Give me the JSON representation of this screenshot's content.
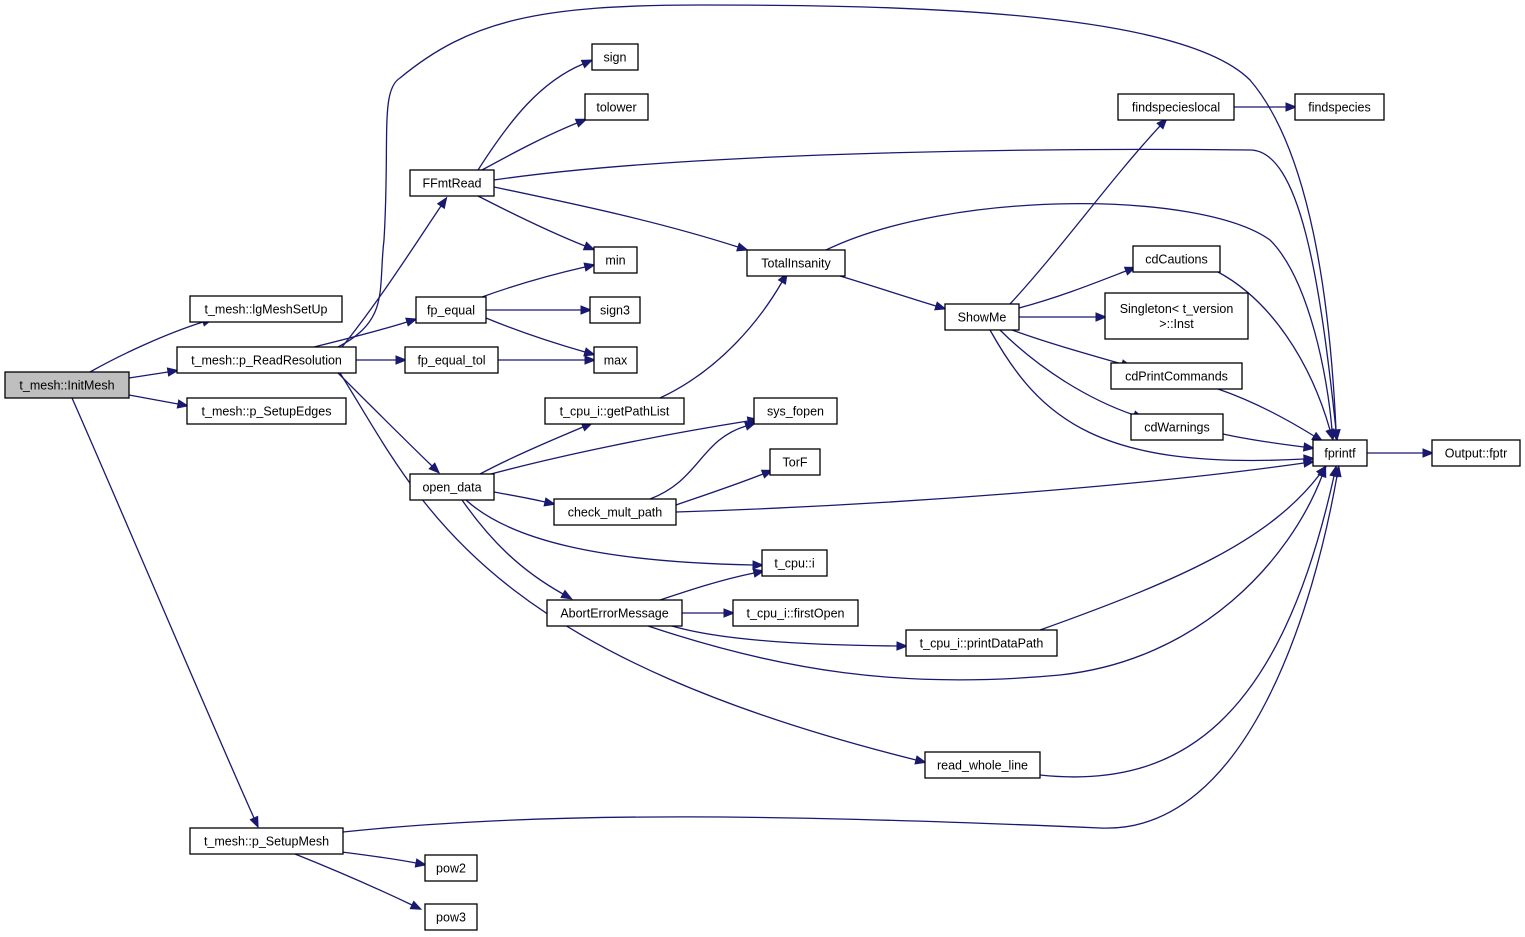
{
  "diagram": {
    "nodes": [
      {
        "id": "initmesh",
        "label": [
          "t_mesh::InitMesh"
        ],
        "root": true
      },
      {
        "id": "lgmeshsetup",
        "label": [
          "t_mesh::lgMeshSetUp"
        ]
      },
      {
        "id": "preadres",
        "label": [
          "t_mesh::p_ReadResolution"
        ]
      },
      {
        "id": "psetupedges",
        "label": [
          "t_mesh::p_SetupEdges"
        ]
      },
      {
        "id": "psetupmesh",
        "label": [
          "t_mesh::p_SetupMesh"
        ]
      },
      {
        "id": "ffmtread",
        "label": [
          "FFmtRead"
        ]
      },
      {
        "id": "sign",
        "label": [
          "sign"
        ]
      },
      {
        "id": "tolower",
        "label": [
          "tolower"
        ]
      },
      {
        "id": "min",
        "label": [
          "min"
        ]
      },
      {
        "id": "fpequal",
        "label": [
          "fp_equal"
        ]
      },
      {
        "id": "sign3",
        "label": [
          "sign3"
        ]
      },
      {
        "id": "fpequaltol",
        "label": [
          "fp_equal_tol"
        ]
      },
      {
        "id": "max",
        "label": [
          "max"
        ]
      },
      {
        "id": "opendata",
        "label": [
          "open_data"
        ]
      },
      {
        "id": "getpathlist",
        "label": [
          "t_cpu_i::getPathList"
        ]
      },
      {
        "id": "sysfopen",
        "label": [
          "sys_fopen"
        ]
      },
      {
        "id": "torf",
        "label": [
          "TorF"
        ]
      },
      {
        "id": "checkmultpath",
        "label": [
          "check_mult_path"
        ]
      },
      {
        "id": "tcpui",
        "label": [
          "t_cpu::i"
        ]
      },
      {
        "id": "aborterror",
        "label": [
          "AbortErrorMessage"
        ]
      },
      {
        "id": "firstopen",
        "label": [
          "t_cpu_i::firstOpen"
        ]
      },
      {
        "id": "printdatapath",
        "label": [
          "t_cpu_i::printDataPath"
        ]
      },
      {
        "id": "readwholeline",
        "label": [
          "read_whole_line"
        ]
      },
      {
        "id": "pow2",
        "label": [
          "pow2"
        ]
      },
      {
        "id": "pow3",
        "label": [
          "pow3"
        ]
      },
      {
        "id": "totalinsanity",
        "label": [
          "TotalInsanity"
        ]
      },
      {
        "id": "showme",
        "label": [
          "ShowMe"
        ]
      },
      {
        "id": "findspecieslocal",
        "label": [
          "findspecieslocal"
        ]
      },
      {
        "id": "findspecies",
        "label": [
          "findspecies"
        ]
      },
      {
        "id": "cdcautions",
        "label": [
          "cdCautions"
        ]
      },
      {
        "id": "singleton",
        "label": [
          "Singleton< t_version",
          ">::Inst"
        ]
      },
      {
        "id": "cdprintcommands",
        "label": [
          "cdPrintCommands"
        ]
      },
      {
        "id": "cdwarnings",
        "label": [
          "cdWarnings"
        ]
      },
      {
        "id": "fprintf",
        "label": [
          "fprintf"
        ]
      },
      {
        "id": "outputfptr",
        "label": [
          "Output::fptr"
        ]
      }
    ],
    "edges": [
      [
        "initmesh",
        "lgmeshsetup"
      ],
      [
        "initmesh",
        "preadres"
      ],
      [
        "initmesh",
        "psetupedges"
      ],
      [
        "initmesh",
        "psetupmesh"
      ],
      [
        "preadres",
        "ffmtread"
      ],
      [
        "preadres",
        "fpequal"
      ],
      [
        "preadres",
        "fpequaltol"
      ],
      [
        "preadres",
        "opendata"
      ],
      [
        "preadres",
        "readwholeline"
      ],
      [
        "preadres",
        "fprintf"
      ],
      [
        "ffmtread",
        "sign"
      ],
      [
        "ffmtread",
        "tolower"
      ],
      [
        "ffmtread",
        "min"
      ],
      [
        "ffmtread",
        "totalinsanity"
      ],
      [
        "ffmtread",
        "fprintf"
      ],
      [
        "fpequal",
        "min"
      ],
      [
        "fpequal",
        "sign3"
      ],
      [
        "fpequal",
        "max"
      ],
      [
        "fpequaltol",
        "max"
      ],
      [
        "opendata",
        "getpathlist"
      ],
      [
        "opendata",
        "sysfopen"
      ],
      [
        "opendata",
        "checkmultpath"
      ],
      [
        "opendata",
        "tcpui"
      ],
      [
        "opendata",
        "aborterror"
      ],
      [
        "getpathlist",
        "totalinsanity"
      ],
      [
        "checkmultpath",
        "sysfopen"
      ],
      [
        "checkmultpath",
        "torf"
      ],
      [
        "checkmultpath",
        "fprintf"
      ],
      [
        "aborterror",
        "tcpui"
      ],
      [
        "aborterror",
        "firstopen"
      ],
      [
        "aborterror",
        "printdatapath"
      ],
      [
        "aborterror",
        "fprintf"
      ],
      [
        "printdatapath",
        "fprintf"
      ],
      [
        "readwholeline",
        "fprintf"
      ],
      [
        "psetupmesh",
        "pow2"
      ],
      [
        "psetupmesh",
        "pow3"
      ],
      [
        "psetupmesh",
        "fprintf"
      ],
      [
        "totalinsanity",
        "showme"
      ],
      [
        "totalinsanity",
        "fprintf"
      ],
      [
        "showme",
        "findspecieslocal"
      ],
      [
        "showme",
        "cdcautions"
      ],
      [
        "showme",
        "singleton"
      ],
      [
        "showme",
        "cdprintcommands"
      ],
      [
        "showme",
        "cdwarnings"
      ],
      [
        "showme",
        "fprintf"
      ],
      [
        "findspecieslocal",
        "findspecies"
      ],
      [
        "cdcautions",
        "fprintf"
      ],
      [
        "cdprintcommands",
        "fprintf"
      ],
      [
        "cdwarnings",
        "fprintf"
      ],
      [
        "fprintf",
        "outputfptr"
      ]
    ]
  }
}
